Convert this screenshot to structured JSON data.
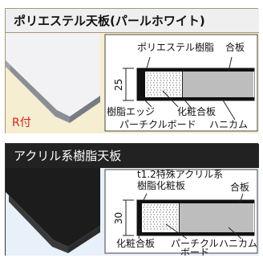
{
  "panel1": {
    "title": "ポリエステル天板(パールホワイト)",
    "radius_label": "R付",
    "labels": {
      "surface": "ポリエステル樹脂",
      "plywood": "合板",
      "edge": "樹脂エッジ",
      "veneer": "化粧合板",
      "particle": "パーチクルボード",
      "honeycomb": "ハニカム"
    },
    "thickness": "25"
  },
  "panel2": {
    "title": "アクリル系樹脂天板",
    "labels": {
      "surface_line1": "t1.2特殊アクリル系",
      "surface_line2": "樹脂化粧板",
      "plywood": "合板",
      "veneer": "化粧合板",
      "particle_line1": "パーチクル",
      "particle_line2": "ボード",
      "honeycomb": "ハニカム"
    },
    "thickness": "30"
  },
  "colors": {
    "panel1_bg": "#f6eed1",
    "panel2_bg": "#e8f0fa",
    "accent_red": "#e0201a"
  }
}
